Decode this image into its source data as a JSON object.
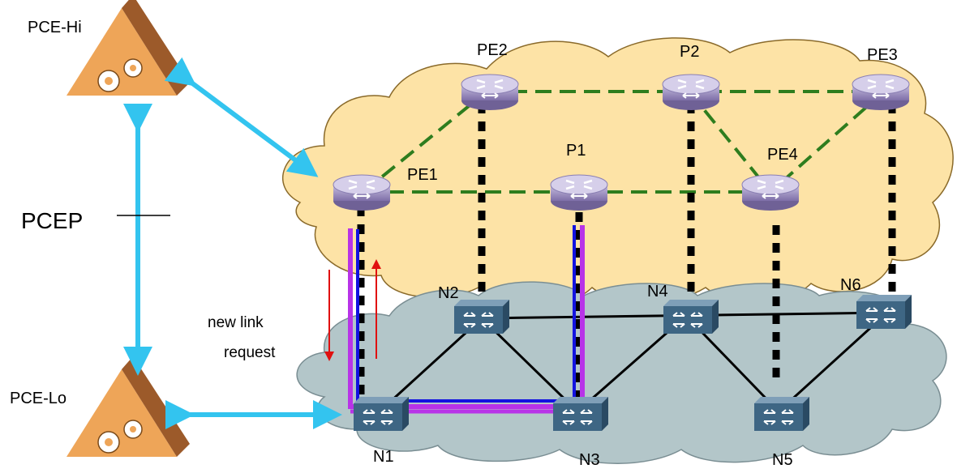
{
  "pce_hi": {
    "label": "PCE-Hi",
    "icon": "pce-triangle-gears-icon"
  },
  "pce_lo": {
    "label": "PCE-Lo",
    "icon": "pce-triangle-gears-icon"
  },
  "pcep": {
    "label": "PCEP"
  },
  "request": {
    "line1": "new link",
    "line2": "request"
  },
  "routers": [
    {
      "id": "PE2",
      "label": "PE2"
    },
    {
      "id": "P2",
      "label": "P2"
    },
    {
      "id": "PE3",
      "label": "PE3"
    },
    {
      "id": "PE1",
      "label": "PE1"
    },
    {
      "id": "P1",
      "label": "P1"
    },
    {
      "id": "PE4",
      "label": "PE4"
    }
  ],
  "switches": [
    {
      "id": "N1",
      "label": "N1"
    },
    {
      "id": "N2",
      "label": "N2"
    },
    {
      "id": "N3",
      "label": "N3"
    },
    {
      "id": "N4",
      "label": "N4"
    },
    {
      "id": "N5",
      "label": "N5"
    },
    {
      "id": "N6",
      "label": "N6"
    }
  ],
  "colors": {
    "ip_cloud": "#fde3a6",
    "optical_cloud": "#b3c6c9",
    "pcep_link": "#33c4ef",
    "ip_link": "#2e7d1e",
    "path_purple": "#b833e8",
    "path_blue": "#1313e0",
    "request_arrow": "#e01010",
    "router": "#9c8fc0",
    "switch": "#3e6684",
    "pce": "#e89a4a"
  }
}
